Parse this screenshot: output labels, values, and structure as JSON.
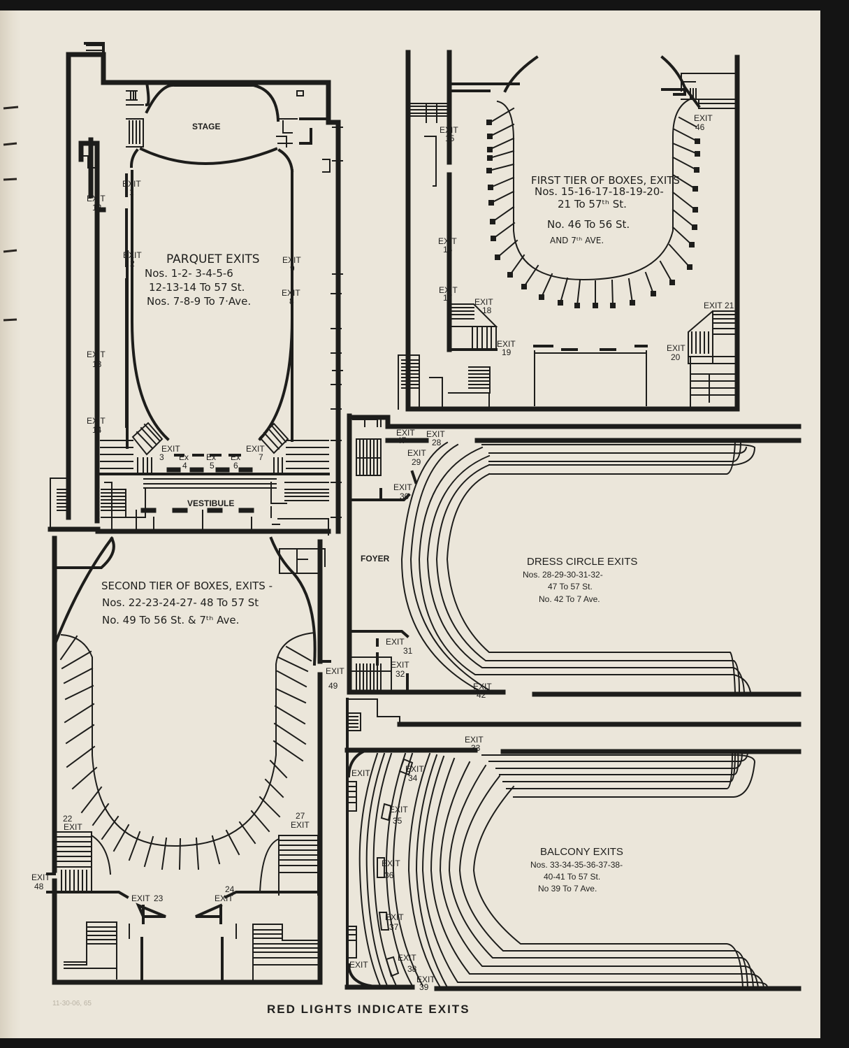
{
  "document": {
    "type": "theatre floor plan page",
    "footer": "RED LIGHTS INDICATE EXITS",
    "pencil_note": "11-30-06, 65"
  },
  "colors": {
    "paper": "#ebe6da",
    "ink": "#1d1d1b",
    "background": "#141414"
  },
  "panels": {
    "parquet": {
      "title": "PARQUET EXITS",
      "lines": [
        "Nos. 1-2- 3-4-5-6",
        "12-13-14 To 57 St.",
        "Nos. 7-8-9 To 7·Ave."
      ],
      "rooms": {
        "stage": "STAGE",
        "vestibule": "VESTIBULE"
      },
      "exits": [
        {
          "t": "EXIT",
          "n": "1"
        },
        {
          "t": "EXIT",
          "n": "2"
        },
        {
          "t": "EXIT",
          "n": "3"
        },
        {
          "t": "Ex",
          "n": "4"
        },
        {
          "t": "Ex",
          "n": "5"
        },
        {
          "t": "Ex",
          "n": "6"
        },
        {
          "t": "EXIT",
          "n": "7"
        },
        {
          "t": "EXIT",
          "n": "8"
        },
        {
          "t": "EXIT",
          "n": "9"
        },
        {
          "t": "EXIT",
          "n": "12"
        },
        {
          "t": "EXIT",
          "n": "13"
        },
        {
          "t": "EXIT",
          "n": "14"
        }
      ]
    },
    "first_tier": {
      "title": "FIRST TIER OF BOXES, EXITS",
      "lines": [
        "Nos. 15-16-17-18-19-20-",
        "21 To 57ᵗʰ St.",
        "No. 46 To 56 St.",
        "AND 7ᵗʰ AVE."
      ],
      "exits": [
        {
          "t": "EXIT",
          "n": "15"
        },
        {
          "t": "EXIT",
          "n": "16"
        },
        {
          "t": "EXIT",
          "n": "17"
        },
        {
          "t": "EXIT",
          "n": "18"
        },
        {
          "t": "EXIT",
          "n": "19"
        },
        {
          "t": "EXIT",
          "n": "20"
        },
        {
          "t": "EXIT",
          "n": "21"
        },
        {
          "t": "EXIT",
          "n": "46"
        }
      ]
    },
    "dress_circle": {
      "title": "DRESS CIRCLE EXITS",
      "lines": [
        "Nos. 28-29-30-31-32-",
        "47 To 57 St.",
        "No. 42 To 7 Ave."
      ],
      "rooms": {
        "foyer": "FOYER"
      },
      "exits": [
        {
          "t": "EXIT",
          "n": "47"
        },
        {
          "t": "EXIT",
          "n": "28"
        },
        {
          "t": "EXIT",
          "n": "29"
        },
        {
          "t": "EXIT",
          "n": "30"
        },
        {
          "t": "EXIT",
          "n": "31"
        },
        {
          "t": "EXIT",
          "n": "32"
        },
        {
          "t": "EXIT",
          "n": "42"
        }
      ]
    },
    "second_tier": {
      "title": "SECOND TIER OF BOXES, EXITS -",
      "lines": [
        "Nos. 22-23-24-27- 48 To 57 St",
        "No. 49 To 56 St. & 7ᵗʰ Ave."
      ],
      "exits": [
        {
          "t": "EXIT",
          "n": "22"
        },
        {
          "t": "EXIT",
          "n": "23"
        },
        {
          "t": "EXIT",
          "n": "24"
        },
        {
          "t": "EXIT",
          "n": "27"
        },
        {
          "t": "EXIT",
          "n": "48"
        },
        {
          "t": "EXIT",
          "n": "49"
        }
      ]
    },
    "balcony": {
      "title": "BALCONY EXITS",
      "lines": [
        "Nos. 33-34-35-36-37-38-",
        "40-41 To 57 St.",
        "No 39 To 7 Ave."
      ],
      "exits": [
        {
          "t": "EXIT",
          "n": "33"
        },
        {
          "t": "EXIT",
          "n": "34"
        },
        {
          "t": "EXIT",
          "n": "35"
        },
        {
          "t": "EXIT",
          "n": "36"
        },
        {
          "t": "EXIT",
          "n": "37"
        },
        {
          "t": "EXIT",
          "n": "38"
        },
        {
          "t": "EXIT",
          "n": "39"
        },
        {
          "t": "EXIT",
          "n": ""
        },
        {
          "t": "EXIT",
          "n": ""
        }
      ]
    }
  }
}
